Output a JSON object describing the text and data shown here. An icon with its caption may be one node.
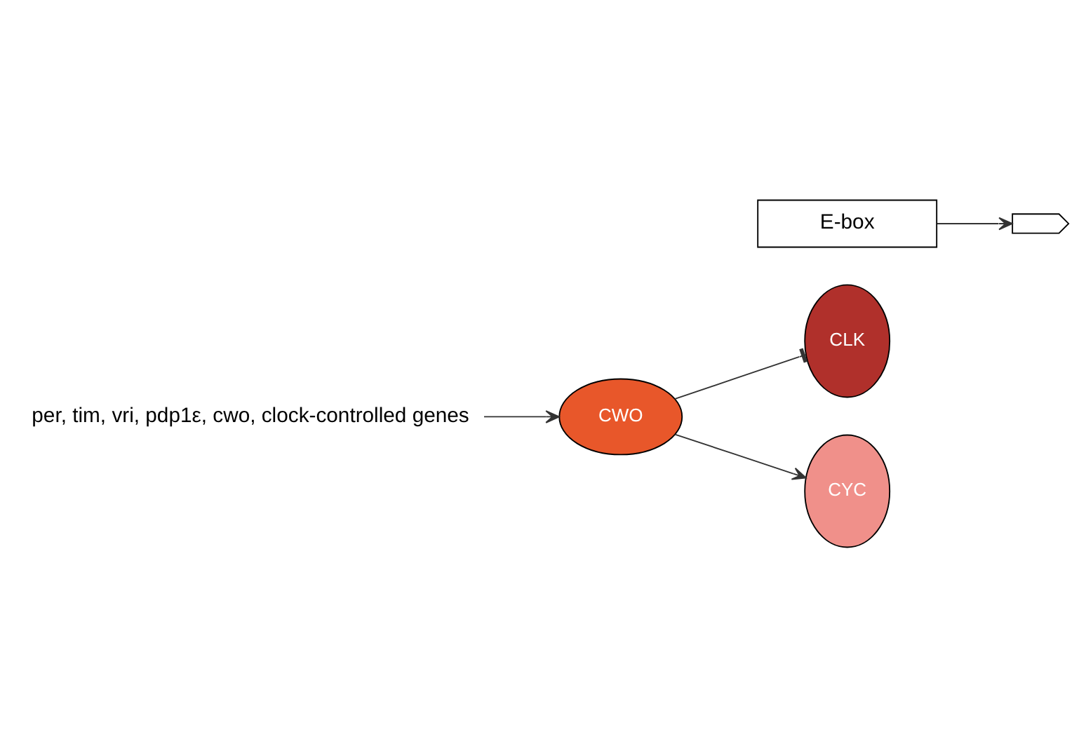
{
  "diagram": {
    "nodes": [
      {
        "text": [
          "CWO"
        ]
      },
      {
        "text": [
          "per, tim, vri, pdp1ε, cwo, clock-controlled genes"
        ]
      },
      {
        "text": [
          "CLK"
        ]
      },
      {
        "text": [
          "CYC"
        ]
      },
      {
        "text": [
          "E-box"
        ]
      },
      {
        "text": [],
        "shape": "wave"
      }
    ],
    "edges": [
      {
        "from": 0,
        "to": 2,
        "arrow": "other"
      },
      {
        "from": 0,
        "to": 3,
        "arrow": "to"
      },
      {
        "from": 4,
        "to": 5,
        "arrow": "to"
      },
      {
        "from": 1,
        "to": 0,
        "arrow": "to"
      }
    ]
  }
}
